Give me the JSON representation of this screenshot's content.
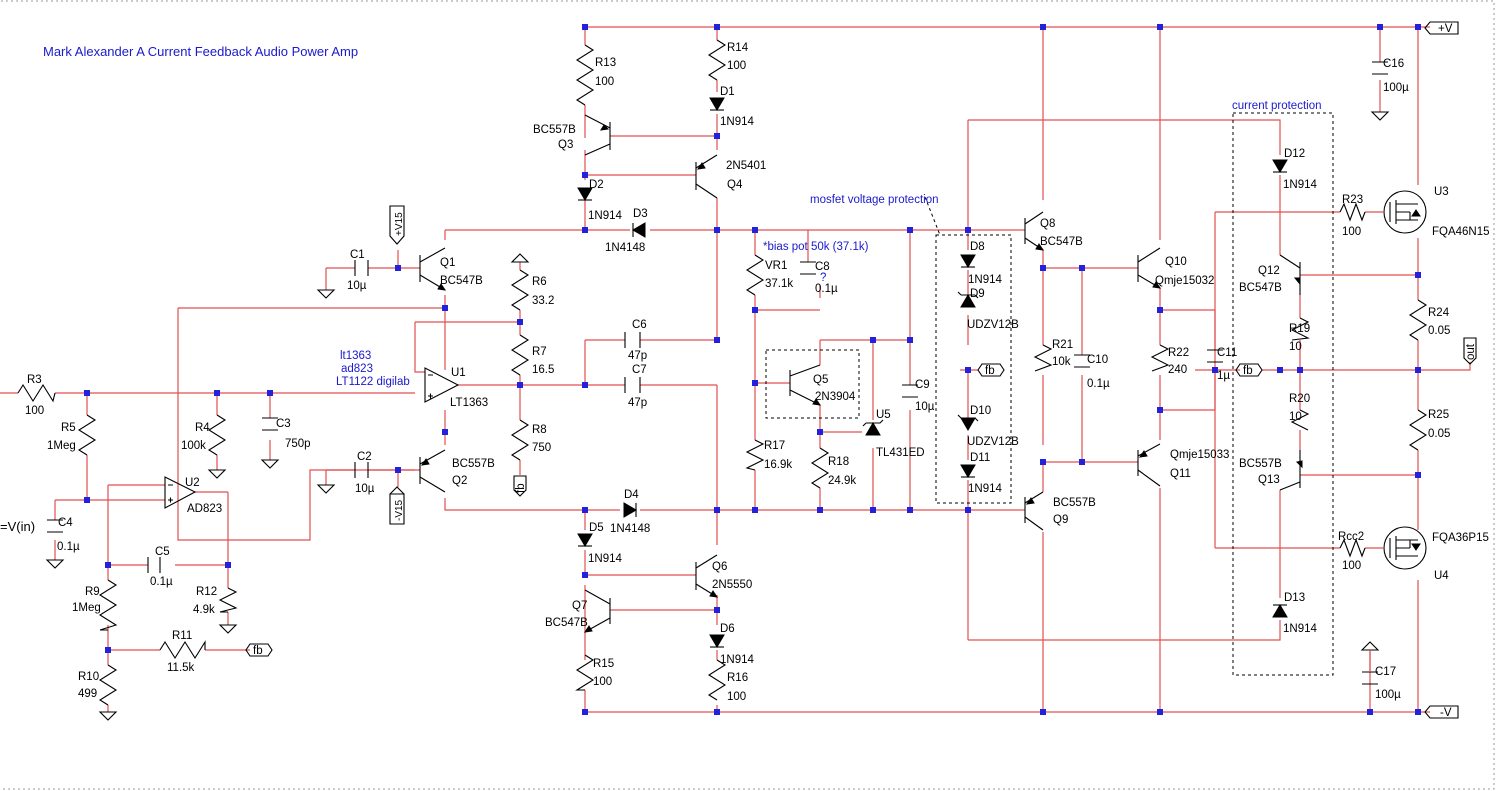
{
  "title": "Mark Alexander A Current Feedback Audio Power Amp",
  "notes": {
    "bias": "*bias pot 50k (37.1k)",
    "c8_q": "?",
    "mosfet_protection": "mosfet voltage protection",
    "current_protection": "current protection",
    "op_notes": [
      "lt1363",
      "ad823",
      "LT1122 digilab"
    ]
  },
  "nets": {
    "vplus": "+V",
    "vminus": "-V",
    "out": "out",
    "fb": "fb",
    "v15p": "+V15",
    "v15m": "-V15",
    "vin": "=V(in)"
  },
  "components": {
    "R3": {
      "name": "R3",
      "value": "100"
    },
    "R5": {
      "name": "R5",
      "value": "1Meg"
    },
    "R4": {
      "name": "R4",
      "value": "100k"
    },
    "C3": {
      "name": "C3",
      "value": "750p"
    },
    "C4": {
      "name": "C4",
      "value": "0.1µ"
    },
    "U2": {
      "name": "U2",
      "value": "AD823"
    },
    "C5": {
      "name": "C5",
      "value": "0.1µ"
    },
    "R9": {
      "name": "R9",
      "value": "1Meg"
    },
    "R12": {
      "name": "R12",
      "value": "4.9k"
    },
    "R11": {
      "name": "R11",
      "value": "11.5k"
    },
    "R10": {
      "name": "R10",
      "value": "499"
    },
    "C1": {
      "name": "C1",
      "value": "10µ"
    },
    "C2": {
      "name": "C2",
      "value": "10µ"
    },
    "Q1": {
      "name": "Q1",
      "value": "BC547B"
    },
    "Q2": {
      "name": "Q2",
      "value": "BC557B"
    },
    "U1": {
      "name": "U1",
      "value": "LT1363"
    },
    "R6": {
      "name": "R6",
      "value": "33.2"
    },
    "R7": {
      "name": "R7",
      "value": "16.5"
    },
    "R8": {
      "name": "R8",
      "value": "750"
    },
    "C6": {
      "name": "C6",
      "value": "47p"
    },
    "C7": {
      "name": "C7",
      "value": "47p"
    },
    "R13": {
      "name": "R13",
      "value": "100"
    },
    "R14": {
      "name": "R14",
      "value": "100"
    },
    "D1": {
      "name": "D1",
      "value": "1N914"
    },
    "Q3": {
      "name": "Q3",
      "value": "BC557B"
    },
    "Q4": {
      "name": "Q4",
      "value": "2N5401"
    },
    "D2": {
      "name": "D2",
      "value": "1N914"
    },
    "D3": {
      "name": "D3",
      "value": "1N4148"
    },
    "D4": {
      "name": "D4",
      "value": "1N4148"
    },
    "D5": {
      "name": "D5",
      "value": "1N914"
    },
    "Q6": {
      "name": "Q6",
      "value": "2N5550"
    },
    "Q7": {
      "name": "Q7",
      "value": "BC547B"
    },
    "D6": {
      "name": "D6",
      "value": "1N914"
    },
    "R15": {
      "name": "R15",
      "value": "100"
    },
    "R16": {
      "name": "R16",
      "value": "100"
    },
    "VR1": {
      "name": "VR1",
      "value": "37.1k"
    },
    "C8": {
      "name": "C8",
      "value": "0.1µ"
    },
    "Q5": {
      "name": "Q5",
      "value": "2N3904"
    },
    "U5": {
      "name": "U5",
      "value": "TL431ED"
    },
    "R17": {
      "name": "R17",
      "value": "16.9k"
    },
    "R18": {
      "name": "R18",
      "value": "24.9k"
    },
    "C9": {
      "name": "C9",
      "value": "10µ"
    },
    "D8": {
      "name": "D8",
      "value": "1N914"
    },
    "D9": {
      "name": "D9",
      "value": "UDZV12B"
    },
    "D10": {
      "name": "D10",
      "value": "UDZV12B"
    },
    "D11": {
      "name": "D11",
      "value": "1N914"
    },
    "Q8": {
      "name": "Q8",
      "value": "BC547B"
    },
    "Q9": {
      "name": "Q9",
      "value": "BC557B"
    },
    "R21": {
      "name": "R21",
      "value": "10k"
    },
    "C10": {
      "name": "C10",
      "value": "0.1µ"
    },
    "Q10": {
      "name": "Q10",
      "value": "Qmje15032"
    },
    "Q11": {
      "name": "Q11",
      "value": "Qmje15033"
    },
    "R22": {
      "name": "R22",
      "value": "240"
    },
    "C11": {
      "name": "C11",
      "value": "1µ"
    },
    "C16": {
      "name": "C16",
      "value": "100µ"
    },
    "C17": {
      "name": "C17",
      "value": "100µ"
    },
    "D12": {
      "name": "D12",
      "value": "1N914"
    },
    "D13": {
      "name": "D13",
      "value": "1N914"
    },
    "R23": {
      "name": "R23",
      "value": "100"
    },
    "Rcc2": {
      "name": "Rcc2",
      "value": "100"
    },
    "U3": {
      "name": "U3",
      "value": "FQA46N15"
    },
    "U4": {
      "name": "U4",
      "value": "FQA36P15"
    },
    "Q12": {
      "name": "Q12",
      "value": "BC547B"
    },
    "Q13": {
      "name": "Q13",
      "value": "BC557B"
    },
    "R19": {
      "name": "R19",
      "value": "10"
    },
    "R20": {
      "name": "R20",
      "value": "10"
    },
    "R24": {
      "name": "R24",
      "value": "0.05"
    },
    "R25": {
      "name": "R25",
      "value": "0.05"
    }
  }
}
